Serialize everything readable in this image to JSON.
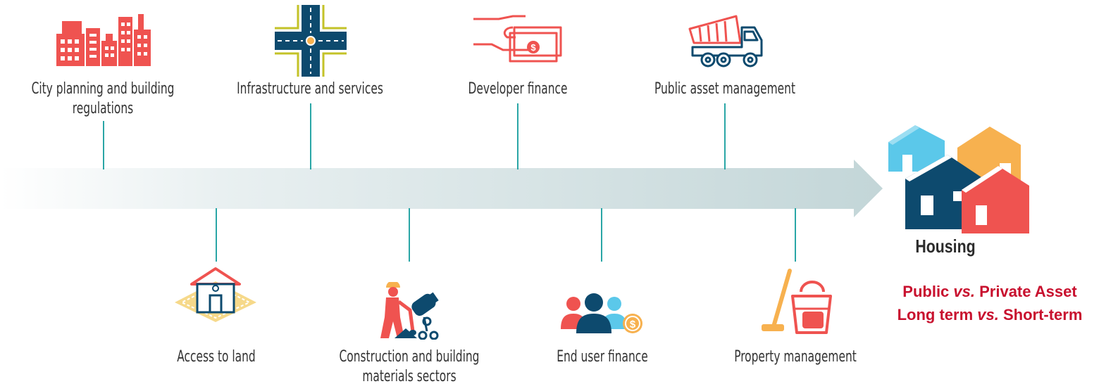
{
  "top_steps": [
    {
      "label": "City planning and building regulations",
      "icon": "city-buildings-icon"
    },
    {
      "label": "Infrastructure and services",
      "icon": "road-intersection-icon"
    },
    {
      "label": "Developer finance",
      "icon": "hand-money-icon"
    },
    {
      "label": "Public asset management",
      "icon": "dump-truck-icon"
    }
  ],
  "bottom_steps": [
    {
      "label": "Access to land",
      "icon": "house-on-land-icon"
    },
    {
      "label": "Construction and building materials sectors",
      "icon": "construction-worker-icon"
    },
    {
      "label": "End user finance",
      "icon": "people-coin-icon"
    },
    {
      "label": "Property management",
      "icon": "mop-bucket-icon"
    }
  ],
  "housing": {
    "label": "Housing",
    "icon": "houses-icon"
  },
  "notes": {
    "line1_a": "Public ",
    "line1_vs": "vs.",
    "line1_b": " Private Asset",
    "line2_a": "Long term ",
    "line2_vs": "vs.",
    "line2_b": " Short-term"
  },
  "colors": {
    "accent_red": "#ef5350",
    "navy": "#0d4a6e",
    "teal_line": "#2aa6a6",
    "arrow": "#c9d9db",
    "note_red": "#c8102e",
    "sky": "#5bc8ea",
    "orange": "#f7b14f",
    "sand": "#f6d98a"
  }
}
